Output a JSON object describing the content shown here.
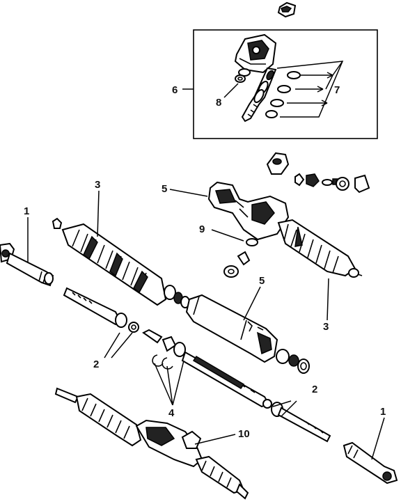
{
  "callouts": [
    {
      "id": "1a",
      "text": "1"
    },
    {
      "id": "1b",
      "text": "1"
    },
    {
      "id": "2a",
      "text": "2"
    },
    {
      "id": "2b",
      "text": "2"
    },
    {
      "id": "3a",
      "text": "3"
    },
    {
      "id": "3b",
      "text": "3"
    },
    {
      "id": "4",
      "text": "4"
    },
    {
      "id": "5a",
      "text": "5"
    },
    {
      "id": "5b",
      "text": "5"
    },
    {
      "id": "6",
      "text": "6"
    },
    {
      "id": "7",
      "text": "7"
    },
    {
      "id": "8",
      "text": "8"
    },
    {
      "id": "9",
      "text": "9"
    },
    {
      "id": "10",
      "text": "10"
    }
  ]
}
